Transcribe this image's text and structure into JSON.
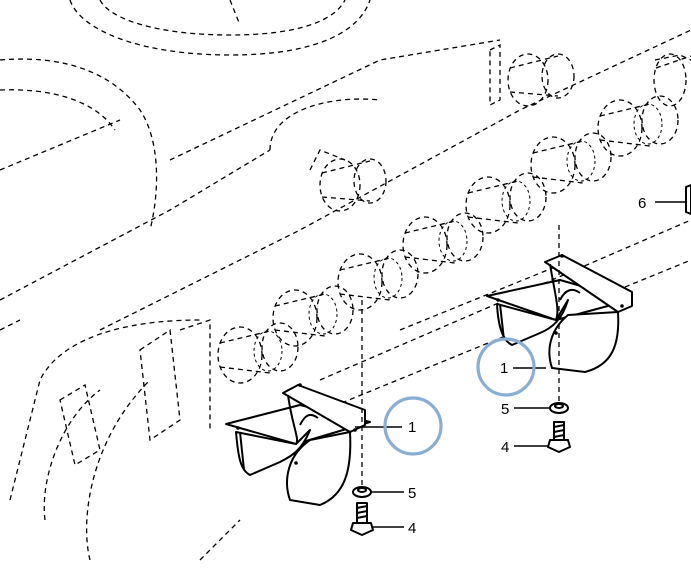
{
  "callouts": {
    "bracket_left": "1",
    "bracket_right": "1",
    "washer_left": "5",
    "washer_right": "5",
    "bolt_left": "4",
    "bolt_right": "4",
    "roller_guard": "6"
  },
  "colors": {
    "line": "#000000",
    "highlight_ring": "#8aaed3",
    "background": "#ffffff"
  }
}
